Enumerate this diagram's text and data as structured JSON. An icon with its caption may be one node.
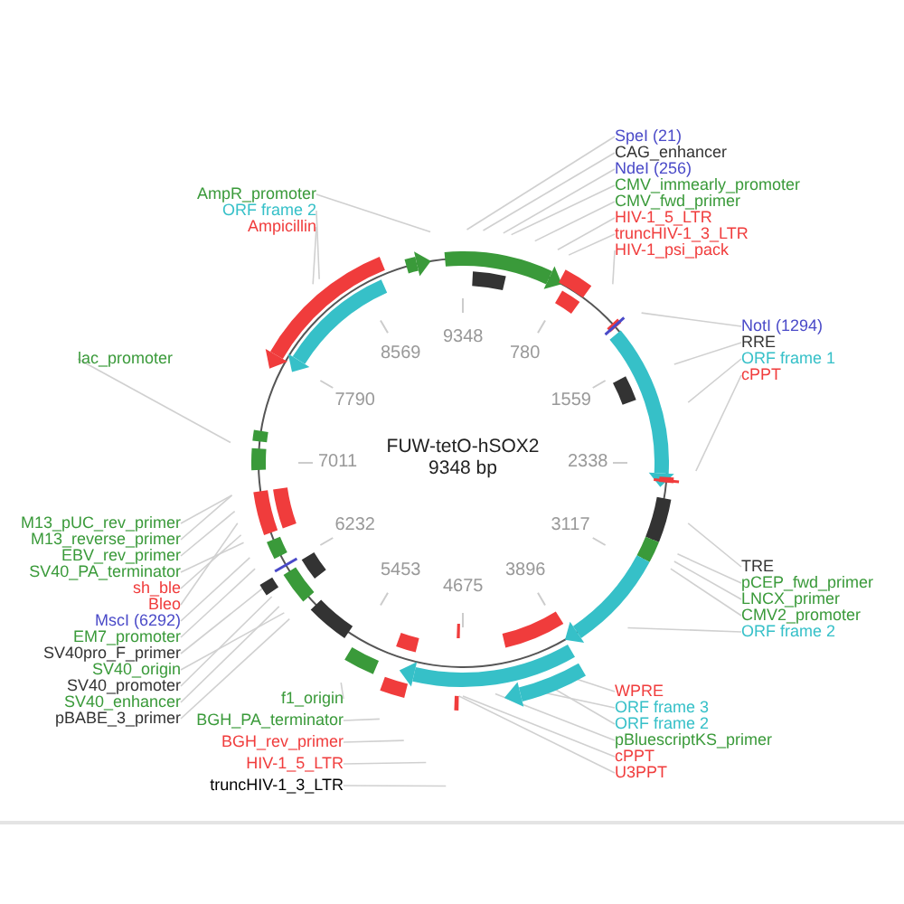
{
  "diagram": {
    "title": "FUW-tetO-hSOX2",
    "nodes": [
      {
        "text": [
          "SpeI (21)"
        ]
      },
      {
        "text": [
          "CAG_enhancer"
        ]
      },
      {
        "text": [
          "NdeI (256)"
        ]
      },
      {
        "text": [
          "CMV_immearly_promoter"
        ]
      },
      {
        "text": [
          "CMV_fwd_primer"
        ]
      },
      {
        "text": [
          "HIV-1_5_LTR"
        ]
      },
      {
        "text": [
          "truncHIV-1_3_LTR"
        ]
      },
      {
        "text": [
          "HIV-1_psi_pack"
        ]
      },
      {
        "text": [
          "NotI (1294)"
        ]
      },
      {
        "text": [
          "RRE"
        ]
      },
      {
        "text": [
          "ORF frame 1"
        ]
      },
      {
        "text": [
          "cPPT"
        ]
      },
      {
        "text": [
          "TRE"
        ]
      },
      {
        "text": [
          "pCEP_fwd_primer"
        ]
      },
      {
        "text": [
          "LNCX_primer"
        ]
      },
      {
        "text": [
          "CMV2_promoter"
        ]
      },
      {
        "text": [
          "ORF frame 2"
        ]
      },
      {
        "text": [
          "WPRE"
        ]
      },
      {
        "text": [
          "ORF frame 3"
        ]
      },
      {
        "text": [
          "ORF frame 2"
        ]
      },
      {
        "text": [
          "pBluescriptKS_primer"
        ]
      },
      {
        "text": [
          "cPPT"
        ]
      },
      {
        "text": [
          "U3PPT"
        ]
      },
      {
        "text": [
          "AmpR_promoter"
        ]
      },
      {
        "text": [
          "ORF frame 2"
        ]
      },
      {
        "text": [
          "Ampicillin"
        ]
      },
      {
        "text": [
          "lac_promoter"
        ]
      },
      {
        "text": [
          "M13_pUC_rev_primer"
        ]
      },
      {
        "text": [
          "M13_reverse_primer"
        ]
      },
      {
        "text": [
          "EBV_rev_primer"
        ]
      },
      {
        "text": [
          "SV40_PA_terminator"
        ]
      },
      {
        "text": [
          "sh_ble"
        ]
      },
      {
        "text": [
          "Bleo"
        ]
      },
      {
        "text": [
          "MscI (6292)"
        ]
      },
      {
        "text": [
          "EM7_promoter"
        ]
      },
      {
        "text": [
          "SV40pro_F_primer"
        ]
      },
      {
        "text": [
          "SV40_origin"
        ]
      },
      {
        "text": [
          "SV40_promoter"
        ]
      },
      {
        "text": [
          "SV40_enhancer"
        ]
      },
      {
        "text": [
          "pBABE_3_primer"
        ]
      },
      {
        "text": [
          "f1_origin"
        ]
      },
      {
        "text": [
          "BGH_PA_terminator"
        ]
      },
      {
        "text": [
          "BGH_rev_primer"
        ]
      },
      {
        "text": [
          "HIV-1_5_LTR"
        ]
      },
      {
        "text": [
          "truncHIV-1_3_LTR"
        ]
      }
    ],
    "edges": [
      {
        "from": 0,
        "to": null,
        "arrow": "none"
      },
      {
        "from": 1,
        "to": null,
        "arrow": "none"
      },
      {
        "from": 2,
        "to": null,
        "arrow": "none"
      },
      {
        "from": 3,
        "to": null,
        "arrow": "none"
      },
      {
        "from": 4,
        "to": null,
        "arrow": "none"
      },
      {
        "from": 5,
        "to": null,
        "arrow": "none"
      },
      {
        "from": 6,
        "to": null,
        "arrow": "none"
      },
      {
        "from": 7,
        "to": null,
        "arrow": "none"
      },
      {
        "from": 8,
        "to": null,
        "arrow": "none"
      },
      {
        "from": 9,
        "to": null,
        "arrow": "none"
      },
      {
        "from": 10,
        "to": null,
        "arrow": "none"
      },
      {
        "from": 11,
        "to": null,
        "arrow": "none"
      },
      {
        "from": 12,
        "to": null,
        "arrow": "none"
      },
      {
        "from": 13,
        "to": null,
        "arrow": "none"
      },
      {
        "from": 14,
        "to": null,
        "arrow": "none"
      },
      {
        "from": 15,
        "to": null,
        "arrow": "none"
      },
      {
        "from": 16,
        "to": null,
        "arrow": "none"
      },
      {
        "from": 17,
        "to": null,
        "arrow": "none"
      },
      {
        "from": 18,
        "to": null,
        "arrow": "none"
      },
      {
        "from": 19,
        "to": null,
        "arrow": "none"
      },
      {
        "from": 20,
        "to": null,
        "arrow": "none"
      },
      {
        "from": 21,
        "to": null,
        "arrow": "none"
      },
      {
        "from": 22,
        "to": null,
        "arrow": "none"
      },
      {
        "from": 23,
        "to": null,
        "arrow": "none"
      },
      {
        "from": 24,
        "to": null,
        "arrow": "none"
      },
      {
        "from": 25,
        "to": null,
        "arrow": "none"
      },
      {
        "from": 26,
        "to": null,
        "arrow": "none"
      },
      {
        "from": 27,
        "to": null,
        "arrow": "none"
      },
      {
        "from": 28,
        "to": null,
        "arrow": "none"
      },
      {
        "from": 29,
        "to": null,
        "arrow": "none"
      },
      {
        "from": 30,
        "to": null,
        "arrow": "none"
      },
      {
        "from": 31,
        "to": null,
        "arrow": "none"
      },
      {
        "from": 32,
        "to": null,
        "arrow": "none"
      },
      {
        "from": 33,
        "to": null,
        "arrow": "none"
      },
      {
        "from": 34,
        "to": null,
        "arrow": "none"
      },
      {
        "from": 35,
        "to": null,
        "arrow": "none"
      },
      {
        "from": 36,
        "to": null,
        "arrow": "none"
      },
      {
        "from": 37,
        "to": null,
        "arrow": "none"
      },
      {
        "from": 38,
        "to": null,
        "arrow": "none"
      },
      {
        "from": 39,
        "to": null,
        "arrow": "none"
      },
      {
        "from": 40,
        "to": null,
        "arrow": "none"
      },
      {
        "from": 41,
        "to": null,
        "arrow": "none"
      },
      {
        "from": 42,
        "to": null,
        "arrow": "none"
      },
      {
        "from": 43,
        "to": null,
        "arrow": "none"
      },
      {
        "from": 44,
        "to": null,
        "arrow": "none"
      }
    ],
    "labels": [
      "9348 bp",
      "9348",
      "780",
      "1559",
      "2338",
      "3117",
      "3896",
      "4675",
      "5453",
      "6232",
      "7011",
      "7790",
      "8569"
    ]
  }
}
